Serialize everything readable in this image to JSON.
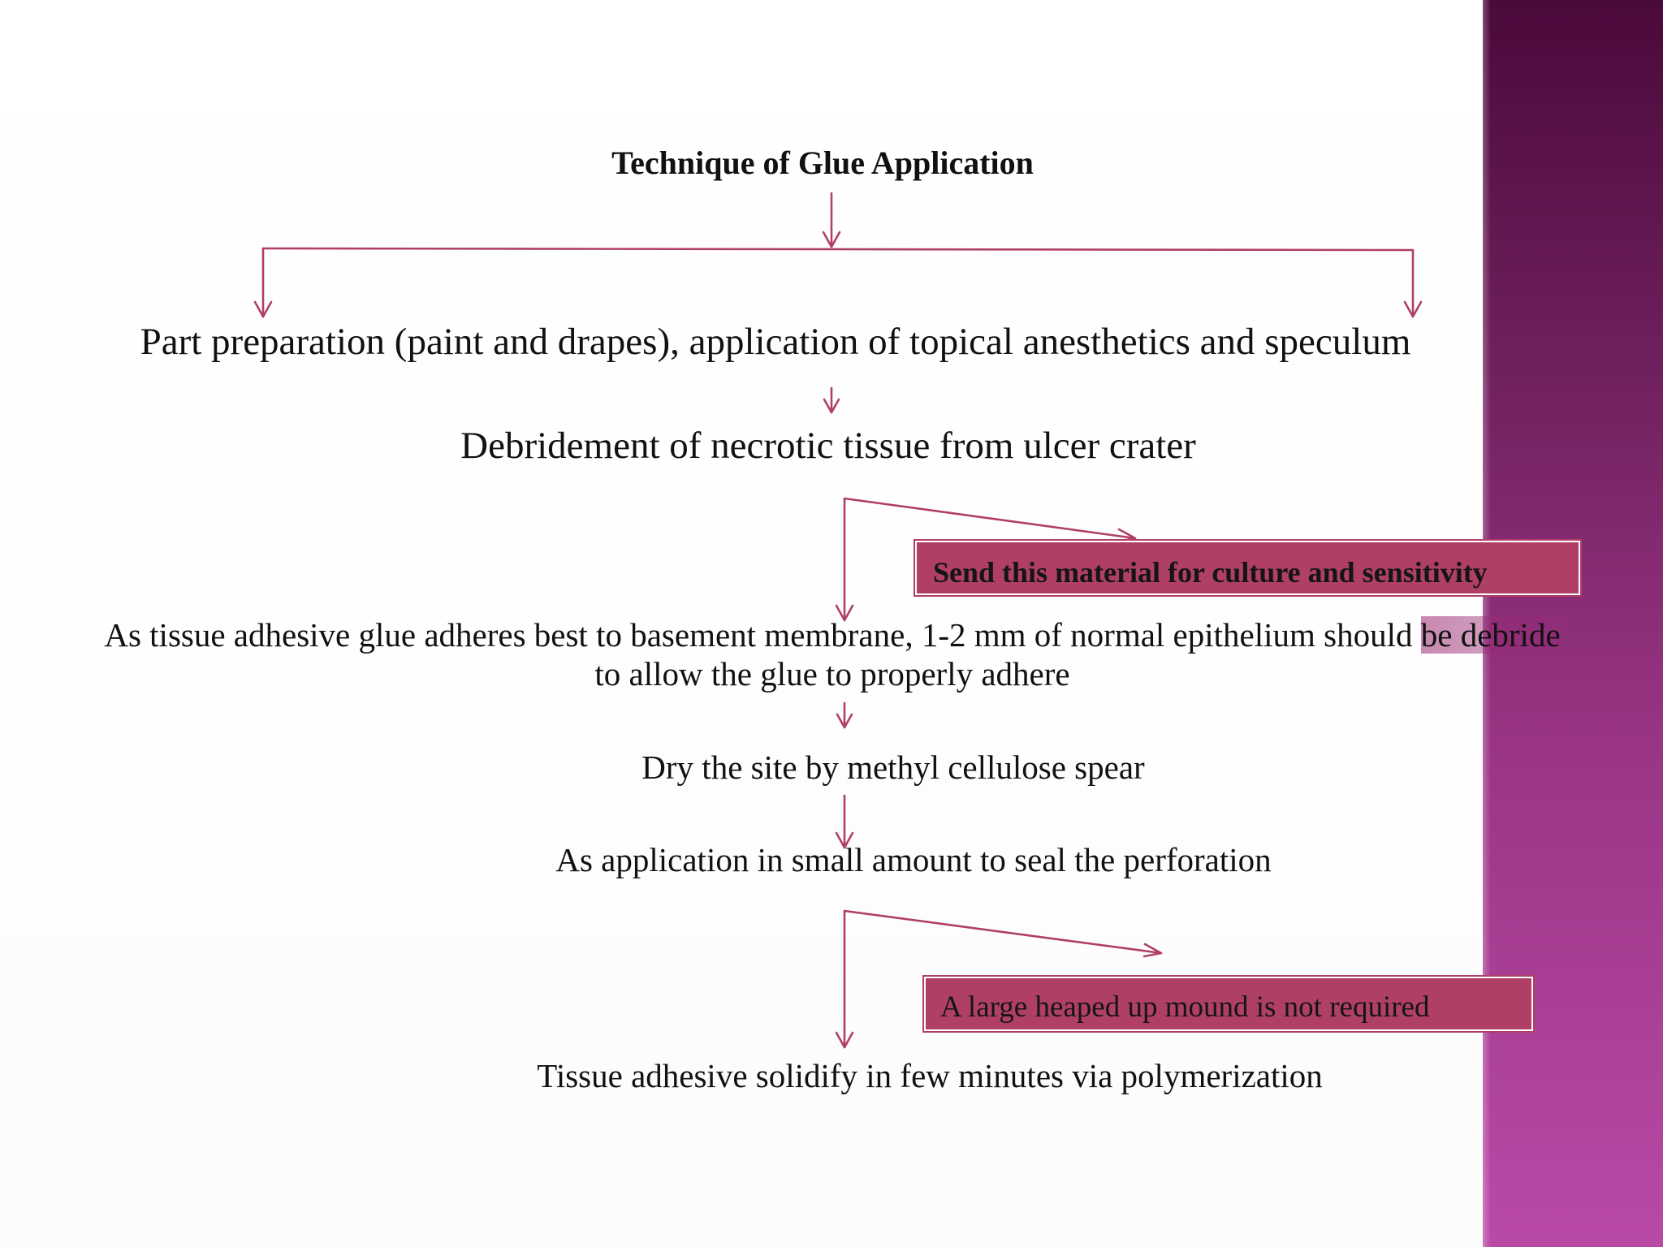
{
  "colors": {
    "arrow": "#b03f68",
    "callout_fill": "#b03f68",
    "side_band": "#7a2468"
  },
  "flowchart": {
    "title": "Technique of Glue Application",
    "steps": [
      "Part preparation (paint and drapes), application of topical anesthetics and speculum",
      "Debridement of necrotic tissue from ulcer crater",
      "As tissue adhesive glue adheres best to basement membrane, 1-2 mm of normal epithelium should",
      "be debride",
      "to allow the glue to properly adhere",
      "Dry the site by methyl cellulose spear",
      "As application in small amount to seal the perforation",
      "Tissue adhesive solidify in few minutes via polymerization"
    ],
    "notes": [
      "Send this material for culture and sensitivity",
      "A large heaped up mound is not required"
    ]
  }
}
